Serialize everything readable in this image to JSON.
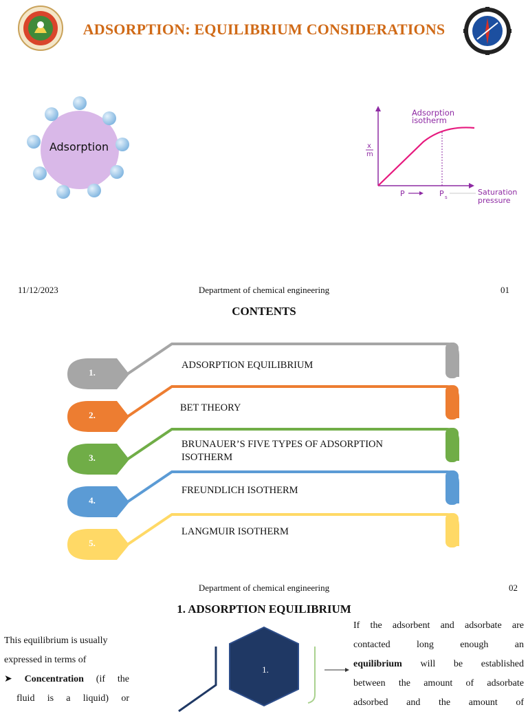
{
  "slide1": {
    "title": "ADSORPTION: EQUILIBRIUM CONSIDERATIONS",
    "illustration_label": "Adsorption",
    "graph": {
      "curve_label_line1": "Adsorption",
      "curve_label_line2": "isotherm",
      "y_label_top": "x",
      "y_label_bottom": "m",
      "x_label_p": "P",
      "x_label_ps": "P",
      "x_label_ps_sub": "s",
      "axis_label_line1": "Saturation",
      "axis_label_line2": "pressure"
    },
    "footer": {
      "date": "11/12/2023",
      "department": "Department of chemical engineering",
      "page": "01"
    }
  },
  "slide2": {
    "title": "CONTENTS",
    "items": [
      {
        "num": "1.",
        "label": "ADSORPTION EQUILIBRIUM",
        "color": "#a6a6a6"
      },
      {
        "num": "2.",
        "label": "BET THEORY",
        "color": "#ed7d31"
      },
      {
        "num": "3.",
        "label_line1": "BRUNAUER’S FIVE TYPES OF ADSORPTION",
        "label_line2": "ISOTHERM",
        "color": "#70ad47"
      },
      {
        "num": "4.",
        "label": "FREUNDLICH ISOTHERM",
        "color": "#5b9bd5"
      },
      {
        "num": "5.",
        "label": "LANGMUIR ISOTHERM",
        "color": "#ffd966"
      }
    ],
    "footer": {
      "department": "Department of chemical engineering",
      "page": "02"
    }
  },
  "slide3": {
    "title": "1.  ADSORPTION EQUILIBRIUM",
    "left_line1": "This equilibrium is usually",
    "left_line2": "expressed in terms of",
    "bullet_bold": "Concentration",
    "bullet_rest": " (if the",
    "bullet_line2": "fluid is a liquid) or",
    "hex_label": "1.",
    "right_line1": "If the adsorbent and adsorbate are",
    "right_line2": "contacted long enough an",
    "right_line3_bold": "equilibrium",
    "right_line3_rest": " will be established",
    "right_line4": "between the amount of adsorbate",
    "right_line5": "adsorbed and the amount of"
  }
}
